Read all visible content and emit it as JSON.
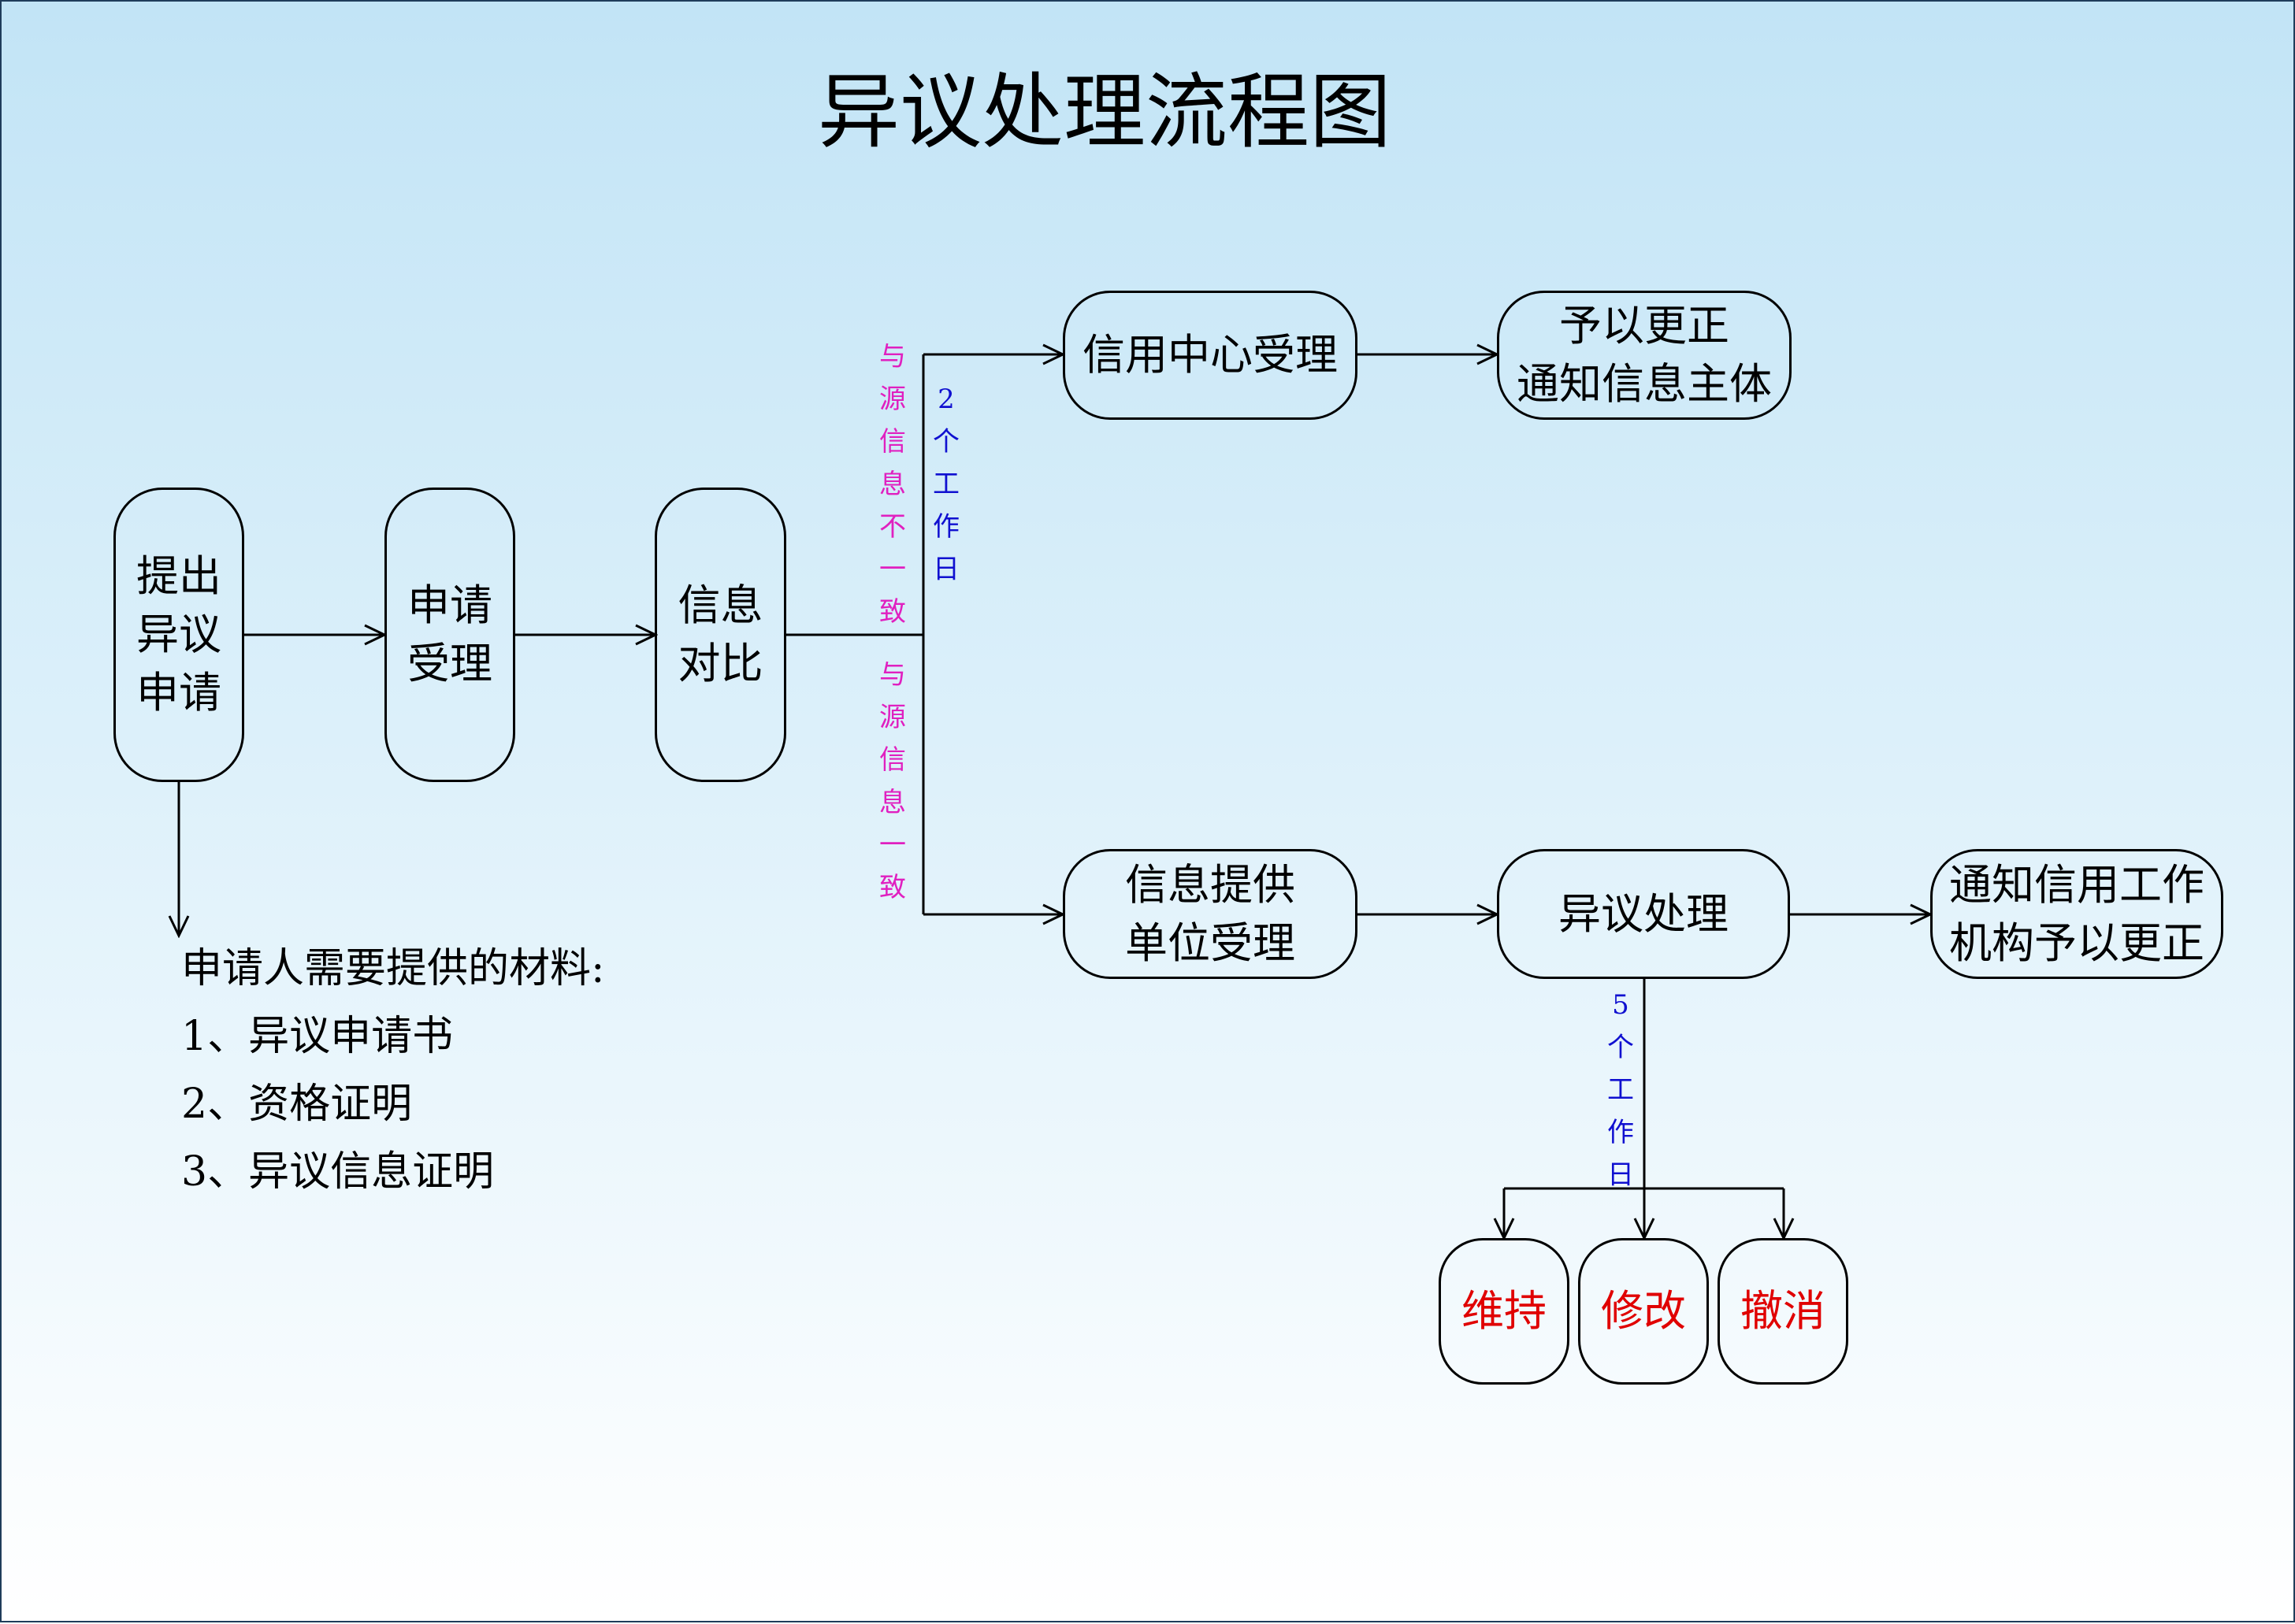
{
  "title": "异议处理流程图",
  "nodes": {
    "submit": "提出\n异议\n申请",
    "accept": "申请\n受理",
    "compare": "信息\n对比",
    "credit_center": "信用中心受理",
    "correct_notify": "予以更正\n通知信息主体",
    "provider_accept": "信息提供\n单位受理",
    "dispute_process": "异议处理",
    "notify_agency": "通知信用工作\n机构予以更正",
    "maintain": "维持",
    "modify": "修改",
    "revoke": "撤消"
  },
  "edge_labels": {
    "mismatch": "与\n源\n信\n息\n不\n一\n致",
    "match": "与\n源\n信\n息\n一\n致",
    "two_days": "2\n个\n工\n作\n日",
    "five_days": "5\n个\n工\n作\n日"
  },
  "materials": {
    "heading": "申请人需要提供的材料:",
    "items": [
      "1、异议申请书",
      "2、资格证明",
      "3、异议信息证明"
    ]
  },
  "colors": {
    "mismatch_label": "#e020c0",
    "days_label": "#1010d0",
    "result_text": "#e00000"
  }
}
